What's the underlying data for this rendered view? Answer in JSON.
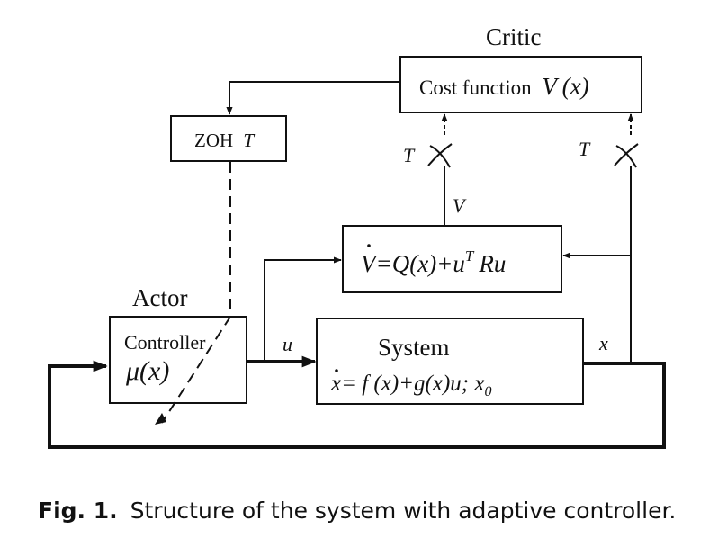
{
  "labels": {
    "critic": "Critic",
    "actor": "Actor",
    "zoh": "ZOH",
    "zoh_T": "T",
    "cost_function": "Cost function",
    "cost_V": "V",
    "cost_arg": "(x)",
    "vdot_V": "V",
    "vdot_rhs": "=Q(x)+u",
    "vdot_exp": "T",
    "vdot_tail": "Ru",
    "controller": "Controller",
    "controller_mu": "μ(x)",
    "system": "System",
    "system_eq_x": "x",
    "system_eq": "= f (x)+g(x)u; x",
    "system_eq_sub": "0",
    "signal_u": "u",
    "signal_x": "x",
    "signal_V": "V",
    "switch_T_left": "T",
    "switch_T_right": "T"
  },
  "caption": {
    "figure": "Fig. 1.",
    "text": "Structure of the system with adaptive controller."
  }
}
